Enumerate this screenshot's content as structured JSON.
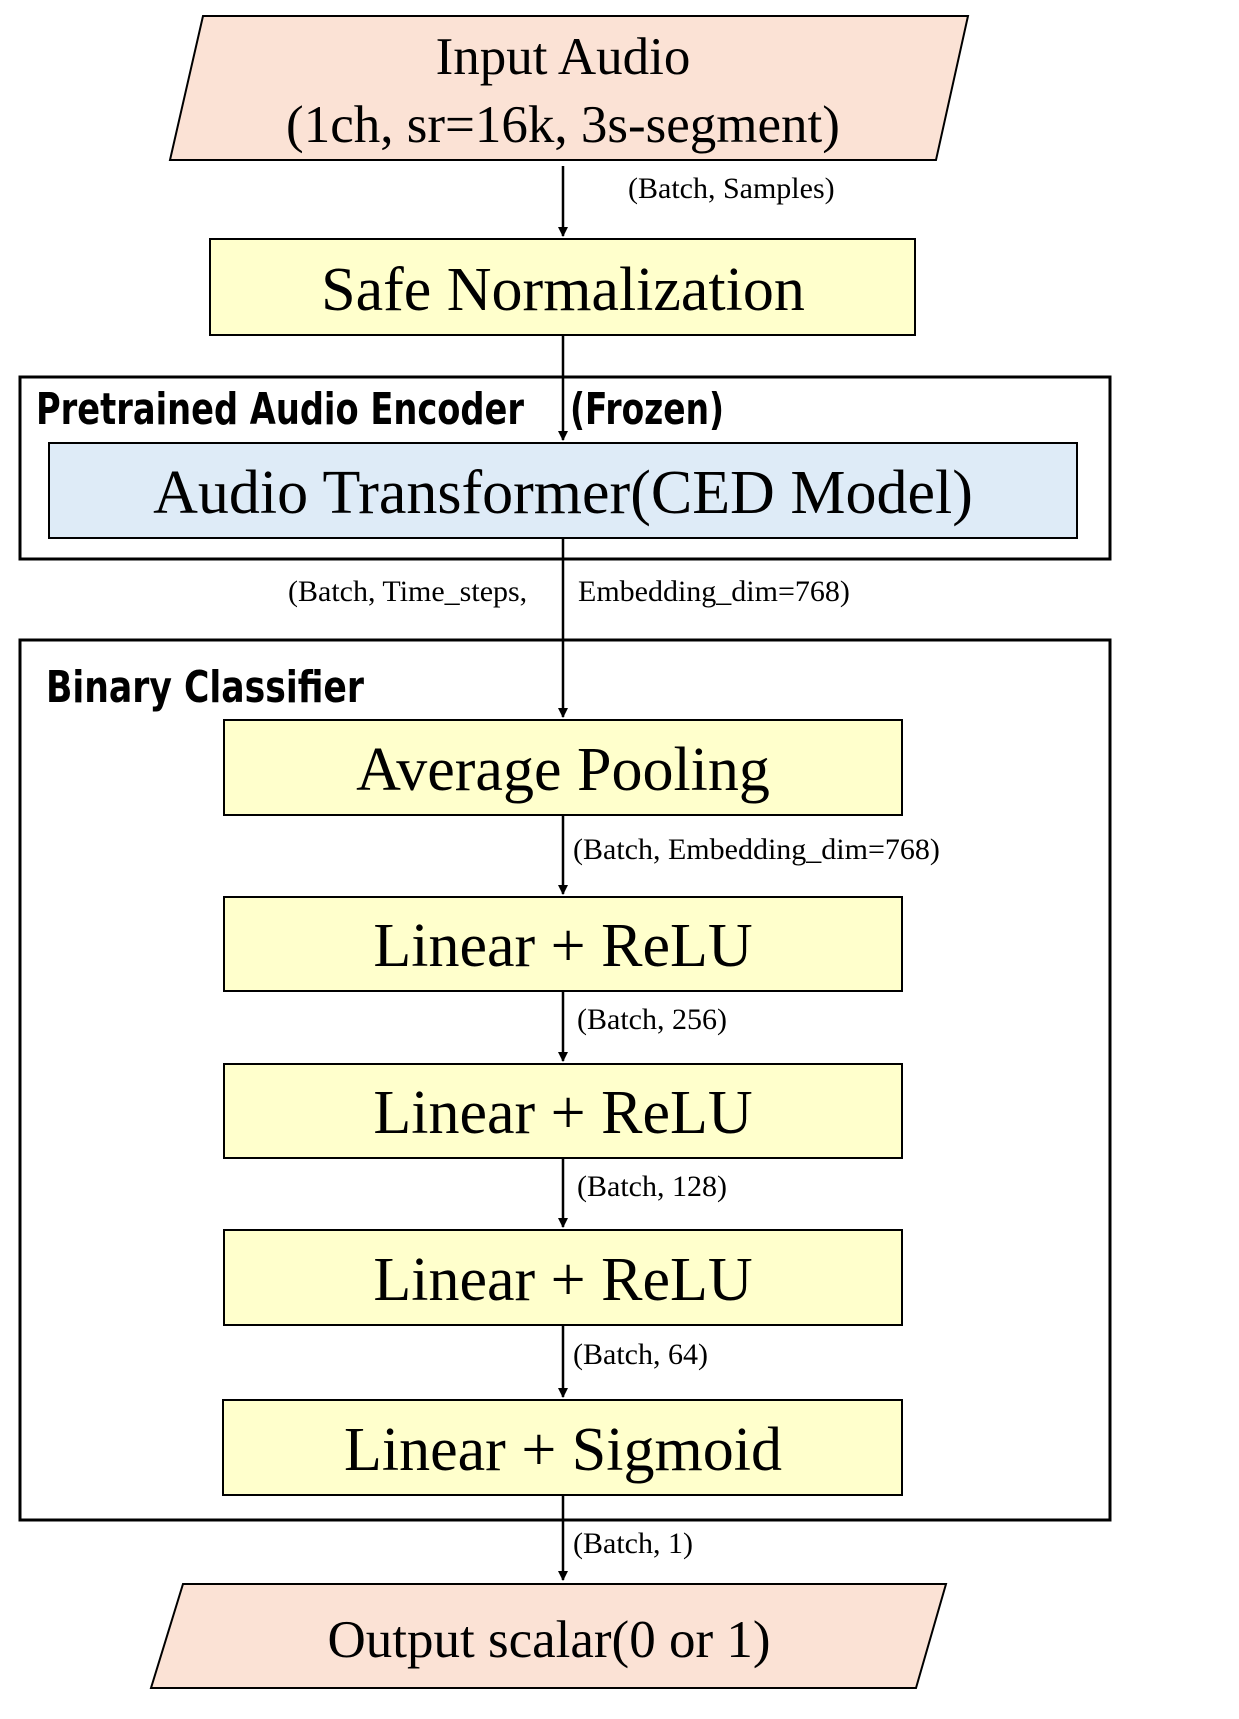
{
  "colors": {
    "io_fill": "#fbe2d5",
    "layer_fill": "#ffffcc",
    "encoder_fill": "#deebf7",
    "stroke": "#000000"
  },
  "input": {
    "line1": "Input Audio",
    "line2": "(1ch, sr=16k, 3s-segment)"
  },
  "normalization_label": "Safe Normalization",
  "encoder_group": {
    "title": "Pretrained Audio Encoder",
    "frozen_tag": "(Frozen)",
    "block_label": "Audio Transformer(CED Model)"
  },
  "classifier_group": {
    "title": "Binary Classifier",
    "layers": [
      "Average Pooling",
      "Linear + ReLU",
      "Linear + ReLU",
      "Linear + ReLU",
      "Linear + Sigmoid"
    ]
  },
  "output_label": "Output scalar(0 or 1)",
  "shapes": {
    "input": "(Batch, Samples)",
    "encoder_out_a": "(Batch, Time_steps,",
    "encoder_out_b": "Embedding_dim=768)",
    "pooled": "(Batch, Embedding_dim=768)",
    "fc1": "(Batch, 256)",
    "fc2": "(Batch, 128)",
    "fc3": "(Batch, 64)",
    "output": "(Batch, 1)"
  }
}
